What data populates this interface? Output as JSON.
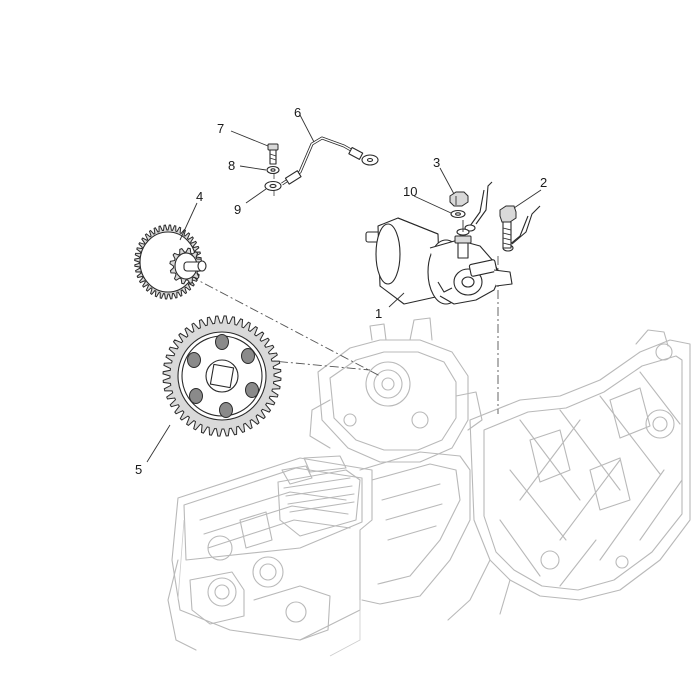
{
  "diagram": {
    "callouts": [
      {
        "id": "1",
        "text": "1"
      },
      {
        "id": "2",
        "text": "2"
      },
      {
        "id": "3",
        "text": "3"
      },
      {
        "id": "4",
        "text": "4"
      },
      {
        "id": "5",
        "text": "5"
      },
      {
        "id": "6",
        "text": "6"
      },
      {
        "id": "7",
        "text": "7"
      },
      {
        "id": "8",
        "text": "8"
      },
      {
        "id": "9",
        "text": "9"
      },
      {
        "id": "10",
        "text": "10"
      }
    ],
    "colors": {
      "line": "#2a2a2a",
      "ghost": "#b9b9b9",
      "background": "#ffffff"
    }
  }
}
